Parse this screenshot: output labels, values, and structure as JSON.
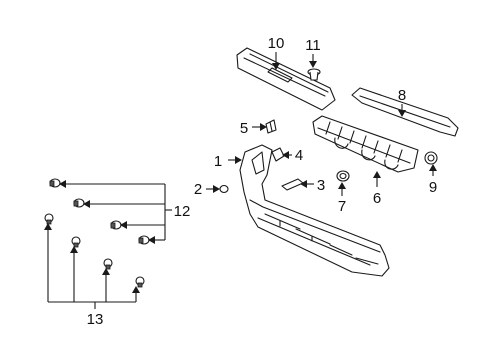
{
  "diagram": {
    "callouts": [
      "1",
      "2",
      "3",
      "4",
      "5",
      "6",
      "7",
      "8",
      "9",
      "10",
      "11",
      "12",
      "13"
    ],
    "colors": {
      "line": "#1a1a1a",
      "background": "#ffffff"
    }
  }
}
